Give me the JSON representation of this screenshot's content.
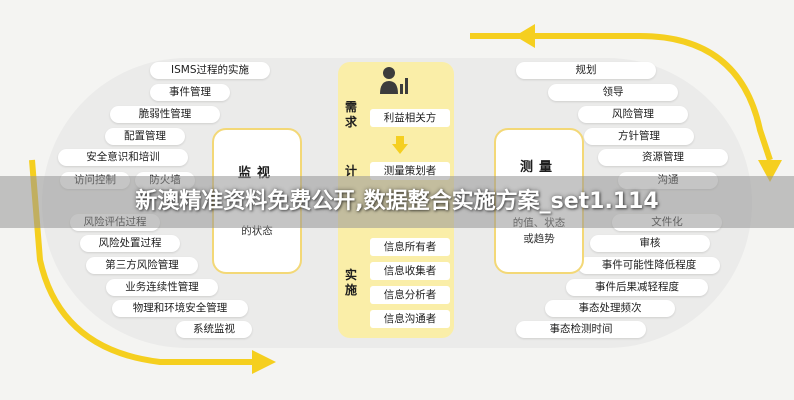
{
  "left_items": [
    "ISMS过程的实施",
    "事件管理",
    "脆弱性管理",
    "配置管理",
    "安全意识和培训",
    "访问控制",
    "防火墙",
    "风险评估过程",
    "风险处置过程",
    "第三方风险管理",
    "业务连续性管理",
    "物理和环境安全管理",
    "系统监视"
  ],
  "right_items": [
    "规划",
    "领导",
    "风险管理",
    "方针管理",
    "资源管理",
    "沟通",
    "文件化",
    "审核",
    "事件可能性降低程度",
    "事件后果减轻程度",
    "事态处理频次",
    "事态检测时间"
  ],
  "monitor_box": {
    "title": "监视",
    "sub": "的状态"
  },
  "measure_box": {
    "title": "测量",
    "sub1": "的值、状态",
    "sub2": "或趋势"
  },
  "center": {
    "requirement_label": "需求",
    "plan_label": "计",
    "implement_label": "实施",
    "stakeholder": "利益相关方",
    "measure_planner": "测量策划者",
    "implement_items": [
      "信息所有者",
      "信息收集者",
      "信息分析者",
      "信息沟通者"
    ],
    "person_icon": "person-chart-icon"
  },
  "banner": {
    "text": "新澳精准资料免费公开,数据整合实施方案_set1.114"
  },
  "colors": {
    "arrow": "#f5cf1f",
    "box_border": "#f3d877",
    "center_panel": "#faeea8"
  }
}
